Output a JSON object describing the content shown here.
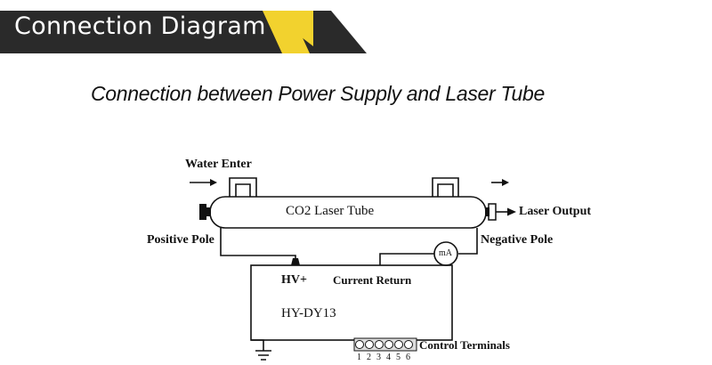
{
  "header": {
    "title": "Connection Diagram",
    "colors": {
      "bar": "#2a2a2a",
      "accent": "#f2d22e"
    }
  },
  "subtitle": "Connection between Power Supply and Laser Tube",
  "diagram": {
    "water_enter": "Water Enter",
    "tube_label": "CO2 Laser Tube",
    "laser_output": "Laser Output",
    "positive_pole": "Positive Pole",
    "negative_pole": "Negative Pole",
    "meter_label": "mA",
    "hv_plus": "HV+",
    "current_return": "Current Return",
    "model": "HY-DY13",
    "control_terminals": "Control Terminals",
    "terminal_numbers": [
      "1",
      "2",
      "3",
      "4",
      "5",
      "6"
    ]
  }
}
